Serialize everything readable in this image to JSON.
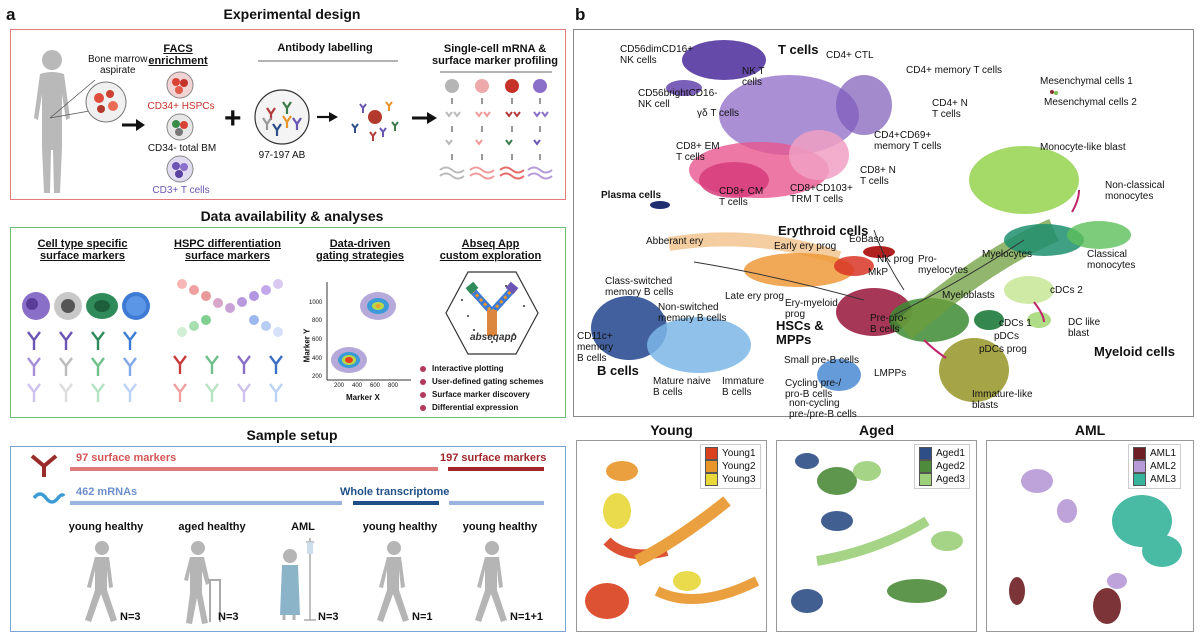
{
  "panel_a": {
    "letter": "a",
    "design": {
      "title": "Experimental design",
      "bone_marrow": "Bone marrow\naspirate",
      "facs": "FACS\nenrichment",
      "antibody": "Antibody labelling",
      "singlecell": "Single-cell mRNA &\nsurface marker profiling",
      "cd34pos": "CD34+ HSPCs",
      "cd34neg": "CD34- total BM",
      "cd3": "CD3+ T cells",
      "ab_count": "97-197 AB",
      "plus": "+"
    },
    "availability": {
      "title": "Data availability & analyses",
      "col1": "Cell type specific\nsurface markers",
      "col2": "HSPC differentiation\nsurface markers",
      "col3": "Data-driven\ngating strategies",
      "col4": "Abseq App\ncustom exploration",
      "axis_y": "Marker Y",
      "axis_x": "Marker X",
      "yticks": [
        "1000",
        "800",
        "600",
        "400",
        "200"
      ],
      "xticks": [
        "200",
        "400",
        "600",
        "800"
      ],
      "app_logo": "abseqapp",
      "features": [
        "Interactive plotting",
        "User-defined gating schemes",
        "Surface marker discovery",
        "Differential expression"
      ]
    },
    "setup": {
      "title": "Sample setup",
      "markers97": "97 surface markers",
      "markers197": "197 surface markers",
      "mrna": "462 mRNAs",
      "wt": "Whole transcriptome",
      "groups": [
        {
          "label": "young healthy",
          "n": "N=3"
        },
        {
          "label": "aged healthy",
          "n": "N=3"
        },
        {
          "label": "AML",
          "n": "N=3"
        },
        {
          "label": "young healthy",
          "n": "N=1"
        },
        {
          "label": "young healthy",
          "n": "N=1+1"
        }
      ]
    }
  },
  "panel_b": {
    "letter": "b",
    "titles": {
      "tcells": "T cells",
      "erythroid": "Erythroid cells",
      "hscs": "HSCs &\nMPPs",
      "bcells": "B cells",
      "myeloid": "Myeloid cells"
    },
    "labels": {
      "cd56dim": "CD56dimCD16+\nNK cells",
      "cd56bright": "CD56brightCD16-\nNK cell",
      "nkt": "NK T\ncells",
      "gd": "γδ T cells",
      "cd4ctl": "CD4+ CTL",
      "cd4mem": "CD4+ memory T cells",
      "cd4n": "CD4+ N\nT cells",
      "cd4cd69": "CD4+CD69+\nmemory T cells",
      "cd8em": "CD8+ EM\nT cells",
      "cd8n": "CD8+ N\nT cells",
      "cd8cm": "CD8+ CM\nT cells",
      "cd8trm": "CD8+CD103+\nTRM T cells",
      "mes1": "Mesenchymal cells 1",
      "mes2": "Mesenchymal cells 2",
      "monolike": "Monocyte-like blast",
      "nonclassical": "Non-classical\nmonocytes",
      "plasma": "Plasma cells",
      "aberrant": "Abberant ery",
      "earlyery": "Early ery prog",
      "eobaso": "EoBaso",
      "nkprog": "NK prog",
      "mkp": "MkP",
      "lateery": "Late ery prog",
      "erymyeloid": "Ery-myeloid\nprog",
      "promyelo": "Pro-\nmyelocytes",
      "myelocytes": "Myelocytes",
      "classical": "Classical\nmonocytes",
      "myeloblasts": "Myeloblasts",
      "classswitched": "Class-switched\nmemory B cells",
      "nonswitched": "Non-switched\nmemory B cells",
      "prepro": "Pre-pro-\nB cells",
      "cdc2": "cDCs 2",
      "cd11c": "CD11c+\nmemory\nB cells",
      "dclike": "DC like\nblast",
      "cdc1": "cDCs 1",
      "pdcs": "pDCs",
      "pdcsprog": "pDCs prog",
      "smallpre": "Small pre-B cells",
      "lmpps": "LMPPs",
      "mature": "Mature naive\nB cells",
      "immatureb": "Immature\nB cells",
      "cycling": "Cycling pre-/\npro-B cells",
      "noncycling": "non-cycling\npre-/pre-B cells",
      "immaturelike": "Immature-like\nblasts"
    },
    "subpanels": [
      {
        "title": "Young",
        "legend": [
          "Young1",
          "Young2",
          "Young3"
        ],
        "colors": [
          "#d9401e",
          "#e8962a",
          "#e8d83a"
        ]
      },
      {
        "title": "Aged",
        "legend": [
          "Aged1",
          "Aged2",
          "Aged3"
        ],
        "colors": [
          "#2d4e86",
          "#4e8b3a",
          "#9cd07a"
        ]
      },
      {
        "title": "AML",
        "legend": [
          "AML1",
          "AML2",
          "AML3"
        ],
        "colors": [
          "#6e1f23",
          "#b79ad8",
          "#36b39b"
        ]
      }
    ]
  }
}
